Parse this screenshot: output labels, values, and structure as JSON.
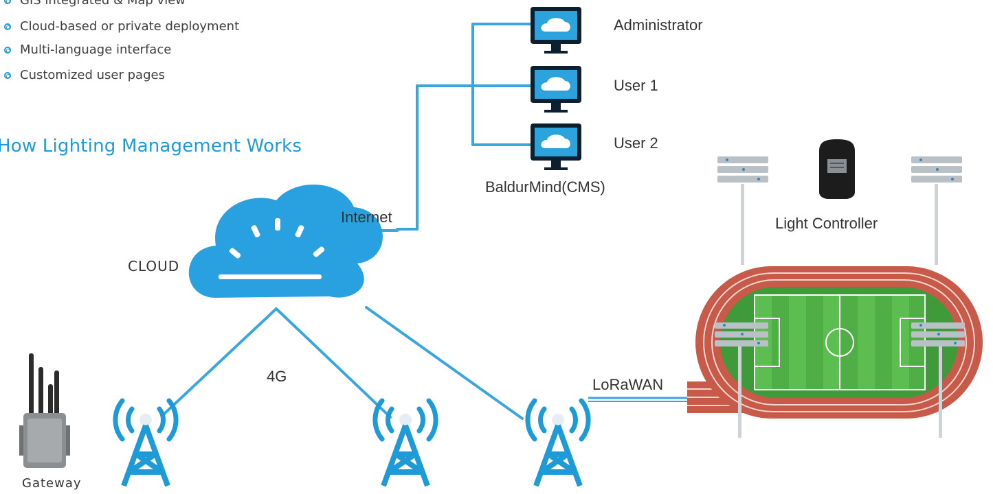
{
  "features": [
    "GIS integrated & Map view",
    "Cloud-based or private deployment",
    "Multi-language interface",
    "Customized user pages"
  ],
  "section_title": "How Lighting Management Works",
  "nodes": {
    "cloud_label": "CLOUD",
    "internet_label": "Internet",
    "network_4g_label": "4G",
    "lorawan_label": "LoRaWAN",
    "gateway_label": "Gateway",
    "cms_label": "BaldurMind(CMS)",
    "light_controller_label": "Light Controller",
    "users": [
      "Administrator",
      "User 1",
      "User 2"
    ]
  },
  "colors": {
    "accent": "#1e9ad6",
    "line": "#3aa6df",
    "track": "#c85a4a",
    "field": "#3f9a3a",
    "text": "#333333"
  },
  "icons": [
    "cloud-icon",
    "computer-monitor-icon",
    "cell-tower-icon",
    "gateway-device-icon",
    "light-controller-icon",
    "floodlight-icon",
    "stadium-icon"
  ]
}
